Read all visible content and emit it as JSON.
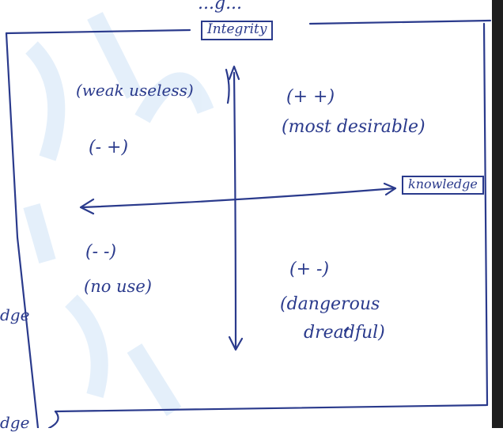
{
  "diagram": {
    "top_fragment": "...g...",
    "vertical_axis_label": "Integrity",
    "horizontal_axis_label": "knowledge",
    "quadrants": {
      "top_left_note": "(weak useless)",
      "top_left_sign": "(- +)",
      "top_right_sign": "(+ +)",
      "top_right_note": "(most desirable)",
      "bottom_left_sign": "(- -)",
      "bottom_left_note": "(no use)",
      "bottom_right_sign": "(+ -)",
      "bottom_right_note_line1": "(dangerous",
      "bottom_right_note_line2": "dreadful)"
    },
    "margin_left_1": "dge",
    "margin_left_2": "dge"
  },
  "colors": {
    "ink": "#2a3a8c",
    "watermark": "#cfe3f7",
    "background": "#ffffff"
  }
}
